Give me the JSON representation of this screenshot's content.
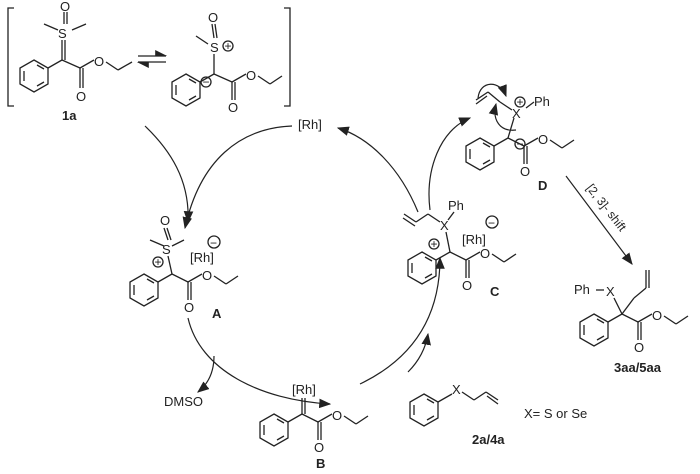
{
  "labels": {
    "compound_1a": "1a",
    "intermediate_A": "A",
    "intermediate_B": "B",
    "intermediate_C": "C",
    "intermediate_D": "D",
    "reagent": "2a/4a",
    "product": "3aa/5aa",
    "catalyst": "[Rh]",
    "byproduct": "DMSO",
    "shift": "[2, 3]- shift",
    "x_definition": "X= S or Se"
  },
  "atoms": {
    "S": "S",
    "O": "O",
    "X": "X",
    "Ph": "Ph",
    "Rh": "[Rh]",
    "plus": "+",
    "minus": "−"
  }
}
